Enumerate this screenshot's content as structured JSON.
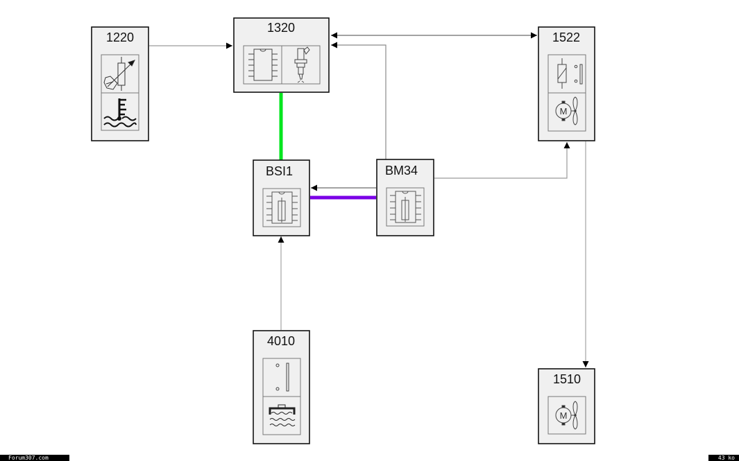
{
  "diagram": {
    "components": [
      {
        "id": "1220",
        "label": "1220",
        "icons": [
          "temperature-sensor-icon",
          "coolant-temperature-icon"
        ]
      },
      {
        "id": "1320",
        "label": "1320",
        "icons": [
          "ecu-chip-icon",
          "injector-icon"
        ]
      },
      {
        "id": "1522",
        "label": "1522",
        "icons": [
          "relay-icon",
          "fan-motor-icon"
        ]
      },
      {
        "id": "BSI1",
        "label": "BSI1",
        "icons": [
          "ecu-fuse-chip-icon"
        ]
      },
      {
        "id": "BM34",
        "label": "BM34",
        "icons": [
          "ecu-fuse-chip-icon"
        ]
      },
      {
        "id": "4010",
        "label": "4010",
        "icons": [
          "level-switch-icon",
          "coolant-reservoir-icon"
        ]
      },
      {
        "id": "1510",
        "label": "1510",
        "icons": [
          "fan-motor-icon"
        ]
      }
    ],
    "connections": [
      {
        "from": "1220",
        "to": "1320",
        "type": "signal",
        "arrow": "end"
      },
      {
        "from": "1320",
        "to": "1522",
        "type": "signal",
        "arrow": "both"
      },
      {
        "from": "BM34",
        "to": "1320",
        "type": "signal",
        "arrow": "end"
      },
      {
        "from": "1320",
        "to": "BSI1",
        "type": "bus",
        "color": "#00e61e"
      },
      {
        "from": "BM34",
        "to": "BSI1",
        "type": "signal",
        "arrow": "end"
      },
      {
        "from": "BM34",
        "to": "BSI1",
        "type": "bus",
        "color": "#7a00e6"
      },
      {
        "from": "BM34",
        "to": "1522",
        "type": "signal",
        "arrow": "end"
      },
      {
        "from": "4010",
        "to": "BSI1",
        "type": "signal",
        "arrow": "end"
      },
      {
        "from": "1522",
        "to": "1510",
        "type": "signal",
        "arrow": "end"
      }
    ]
  },
  "footer": {
    "site": "Forum307.com",
    "size": "43 ko"
  },
  "colors": {
    "box_fill": "#f0f0f0",
    "box_border": "#111111",
    "wire": "#8c8c8c",
    "can_bus_green": "#00e61e",
    "van_bus_purple": "#7a00e6"
  }
}
